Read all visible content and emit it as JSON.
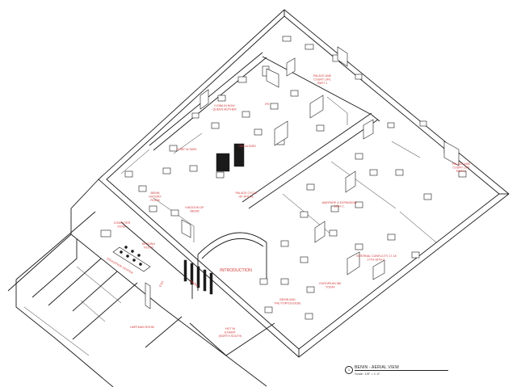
{
  "labels": {
    "palace_court_1": [
      "PALACE AND",
      "COURT LIFE",
      "PART 1"
    ],
    "ife": "IFE",
    "iyoba": [
      "IYOBA IN NOW",
      "QUEEN MOTHER"
    ],
    "chief_altars": "CHIEF ALTARS",
    "oba_altars": "OBA ALTARS",
    "palace_court_2": [
      "PALACE AND",
      "COURT LIFE",
      "PART 2"
    ],
    "palace_cycle": [
      "PALACE CYCLE",
      "OF RITUAL"
    ],
    "benin_history": [
      "BENIN",
      "HISTORY",
      "ROOM"
    ],
    "kingdom": [
      "KINGDOM OF",
      "BENIN"
    ],
    "computer": [
      "COMPUTER",
      "KIOSK"
    ],
    "reading": [
      "READING",
      "ROOM"
    ],
    "education": "EDUCATION CENTER",
    "warfare": [
      "WARFARE & EXPANSION",
      "16TH C."
    ],
    "introduction": "INTRODUCTION",
    "internal_conflicts": [
      "INTERNAL CONFLICTS 17-18",
      "17TH-18TH C."
    ],
    "exit": "EXIT",
    "ebony": "EBONY",
    "european": [
      "EUROPEAN INK",
      "TODAY"
    ],
    "benin_portuguese": [
      "BENIN AND",
      "THE PORTUGUESE"
    ],
    "hartman_room": "HARTMAN ROOM",
    "hot_exhibit": [
      "HOT IN",
      "EXHIBIT",
      "(NORTH SOUTH)"
    ]
  },
  "title_block": {
    "number": "1",
    "title": "BENIN - AERIAL VIEW",
    "scale": "Scale: 1/8\" = 1'-0\""
  }
}
